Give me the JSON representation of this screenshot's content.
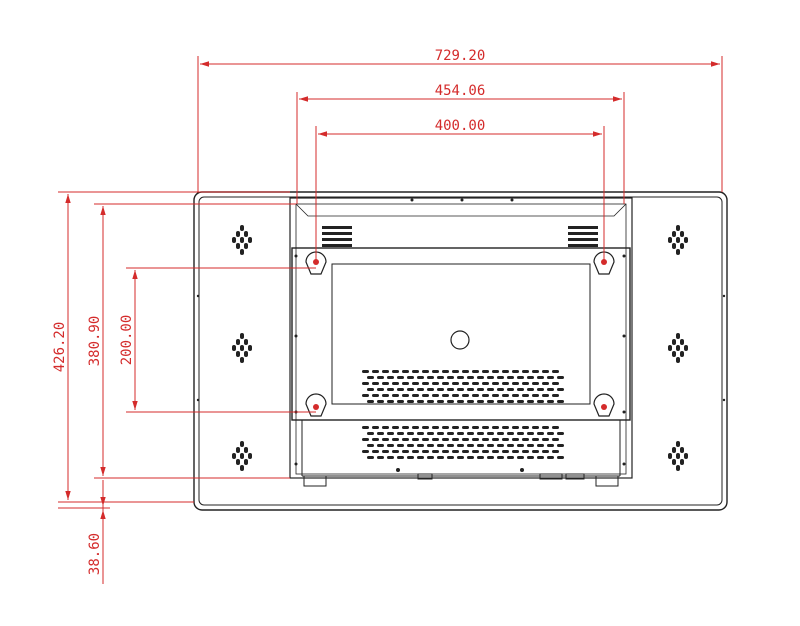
{
  "colors": {
    "dimension": "#d42b2b",
    "outline": "#222222",
    "background": "#ffffff"
  },
  "dimensions": {
    "overall_width": "729.20",
    "vesa_frame_width": "454.06",
    "vesa_hole_spacing_horizontal": "400.00",
    "overall_height": "426.20",
    "inner_height": "380.90",
    "vesa_hole_spacing_vertical": "200.00",
    "bottom_offset": "38.60"
  }
}
